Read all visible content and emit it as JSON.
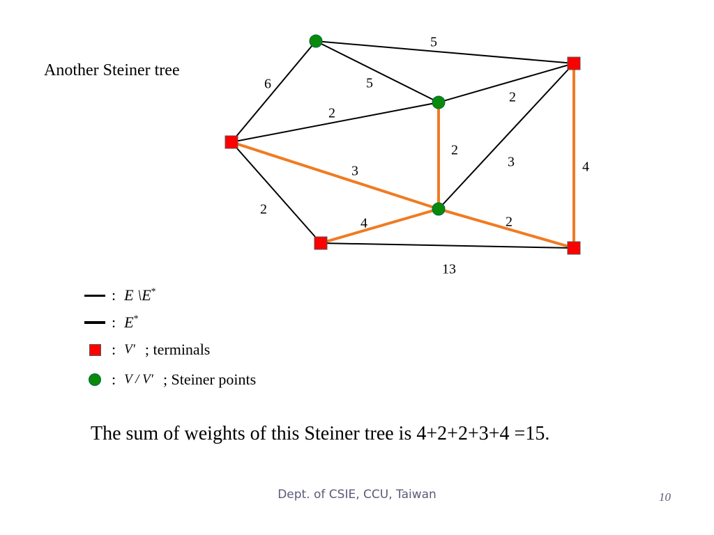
{
  "title": "Another Steiner tree",
  "colors": {
    "tree_edge": "#f07b22",
    "other_edge": "#000000",
    "terminal": "#ff0000",
    "steiner_point": "#0a8a0a"
  },
  "graph": {
    "nodes": [
      {
        "id": "A",
        "kind": "steiner"
      },
      {
        "id": "B",
        "kind": "terminal"
      },
      {
        "id": "C",
        "kind": "steiner"
      },
      {
        "id": "D",
        "kind": "terminal"
      },
      {
        "id": "E",
        "kind": "steiner"
      },
      {
        "id": "F",
        "kind": "terminal"
      },
      {
        "id": "G",
        "kind": "terminal"
      }
    ],
    "edges": [
      {
        "from": "A",
        "to": "B",
        "weight": "5",
        "in_tree": false
      },
      {
        "from": "A",
        "to": "C",
        "weight": "5",
        "in_tree": false
      },
      {
        "from": "A",
        "to": "D",
        "weight": "6",
        "in_tree": false
      },
      {
        "from": "D",
        "to": "C",
        "weight": "2",
        "in_tree": false
      },
      {
        "from": "C",
        "to": "B",
        "weight": "2",
        "in_tree": false
      },
      {
        "from": "C",
        "to": "E",
        "weight": "2",
        "in_tree": true
      },
      {
        "from": "E",
        "to": "B",
        "weight": "3",
        "in_tree": false
      },
      {
        "from": "B",
        "to": "G",
        "weight": "4",
        "in_tree": true
      },
      {
        "from": "D",
        "to": "E",
        "weight": "3",
        "in_tree": true
      },
      {
        "from": "D",
        "to": "F",
        "weight": "2",
        "in_tree": false
      },
      {
        "from": "F",
        "to": "E",
        "weight": "4",
        "in_tree": true
      },
      {
        "from": "E",
        "to": "G",
        "weight": "2",
        "in_tree": true
      },
      {
        "from": "F",
        "to": "G",
        "weight": "13",
        "in_tree": false
      }
    ]
  },
  "legend": {
    "edges_not_in_tree": {
      "E": "E",
      "sep": " \\",
      "E2": "E",
      "star": "*"
    },
    "edges_in_tree": {
      "E": "E",
      "star": "*"
    },
    "terminals": {
      "symbol": "V′",
      "text": "; terminals"
    },
    "steiner_points": {
      "symbol": "V / V′",
      "text": "; Steiner points"
    },
    "colon": ":"
  },
  "sum_text": "The sum of weights of this Steiner tree is 4+2+2+3+4 =15.",
  "footer": "Dept. of CSIE, CCU, Taiwan",
  "page_number": "10"
}
